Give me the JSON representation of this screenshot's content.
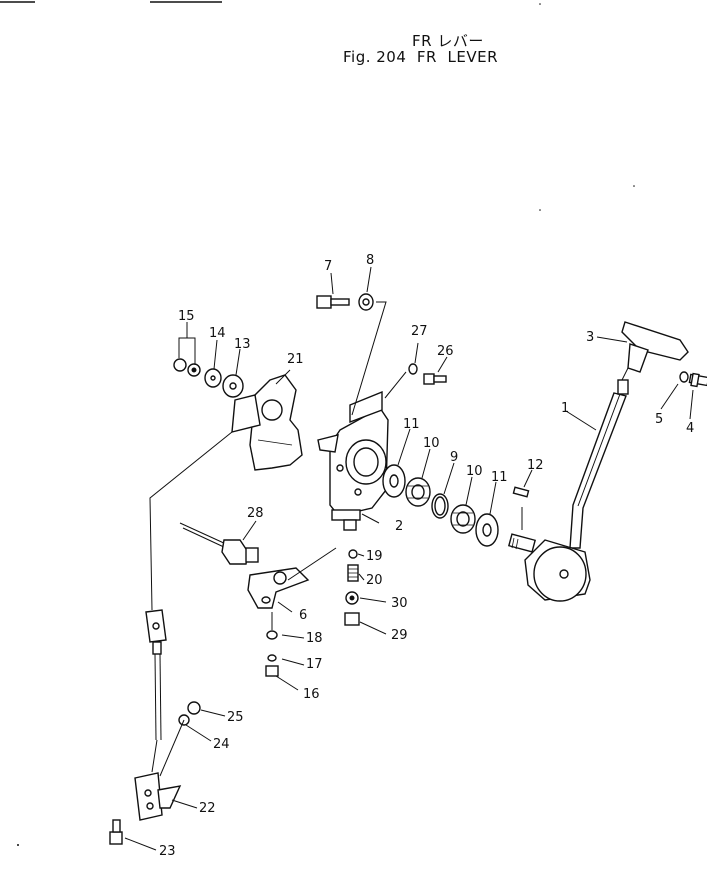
{
  "header": {
    "title_jp": "FR レバー",
    "title_en": "Fig. 204  FR  LEVER"
  },
  "callouts": {
    "p1": "1",
    "p2": "2",
    "p3": "3",
    "p4": "4",
    "p5": "5",
    "p6": "6",
    "p7": "7",
    "p8": "8",
    "p9": "9",
    "p10a": "10",
    "p10b": "10",
    "p11a": "11",
    "p11b": "11",
    "p12": "12",
    "p13": "13",
    "p14": "14",
    "p15": "15",
    "p16": "16",
    "p17": "17",
    "p18": "18",
    "p19": "19",
    "p20": "20",
    "p21": "21",
    "p22": "22",
    "p23": "23",
    "p24": "24",
    "p25": "25",
    "p26": "26",
    "p27": "27",
    "p28": "28",
    "p29": "29",
    "p30": "30"
  }
}
